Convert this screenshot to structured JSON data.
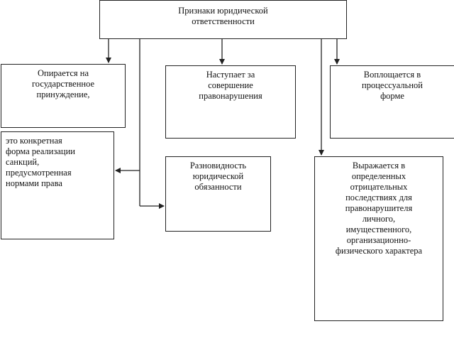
{
  "diagram": {
    "root": {
      "text": "Признаки юридической\nответственности"
    },
    "features": [
      {
        "id": "coercion",
        "text": "Опирается на\nгосударственное\nпринуждение,"
      },
      {
        "id": "offense",
        "text": "Наступает за\nсовершение\nправонарушения"
      },
      {
        "id": "procedural",
        "text": "Воплощается в\nпроцессуальной\nформе"
      },
      {
        "id": "sanctions",
        "text": "это конкретная\nформа реализации\nсанкций,\nпредусмотренная\nнормами права"
      },
      {
        "id": "variety",
        "text": "Разновидность\nюридической\nобязанности"
      },
      {
        "id": "consequences",
        "text": "Выражается в\nопределенных\nотрицательных\nпоследствиях для\nправонарушителя\nличного,\nимущественного,\nорганизационно-\nфизического характера"
      }
    ]
  }
}
